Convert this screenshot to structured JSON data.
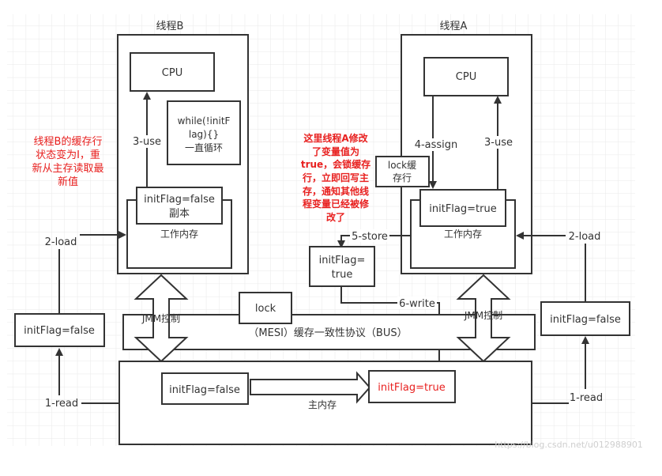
{
  "diagram": {
    "thread_b": {
      "title": "线程B",
      "cpu": "CPU",
      "loop_box": [
        "while(!initF",
        "lag){}",
        "一直循环"
      ],
      "use_label": "3-use",
      "copy_box": [
        "initFlag=false",
        "副本"
      ],
      "working_memory": "工作内存"
    },
    "thread_a": {
      "title": "线程A",
      "cpu": "CPU",
      "assign_label": "4-assign",
      "use_label": "3-use",
      "copy_box": "initFlag=true",
      "working_memory": "工作内存",
      "lock_cache_box": [
        "lock缓",
        "存行"
      ]
    },
    "left_note": [
      "线程B的缓存行",
      "状态变为I，重",
      "新从主存读取最",
      "新值"
    ],
    "center_note": [
      "这里线程A修改",
      "了变量值为",
      "true，会锁缓存",
      "行，立即回写主",
      "存，通知其他线",
      "程变量已经被修",
      "改了"
    ],
    "left_chain": {
      "load_label": "2-load",
      "value_box": "initFlag=false",
      "read_label": "1-read"
    },
    "right_chain": {
      "load_label": "2-load",
      "value_box": "initFlag=false",
      "read_label": "1-read"
    },
    "store_label": "5-store",
    "store_box": [
      "initFlag=",
      "true"
    ],
    "write_label": "6-write",
    "bus": {
      "lock_box": "lock",
      "label": "（MESI）缓存一致性协议（BUS）",
      "jmm_left": "JMM控制",
      "jmm_right": "JMM控制"
    },
    "main_memory": {
      "label": "主内存",
      "old_value": "initFlag=false",
      "new_value": "initFlag=true",
      "new_value_color": "#e8201f"
    },
    "watermark": "https://blog.csdn.net/u012988901"
  }
}
